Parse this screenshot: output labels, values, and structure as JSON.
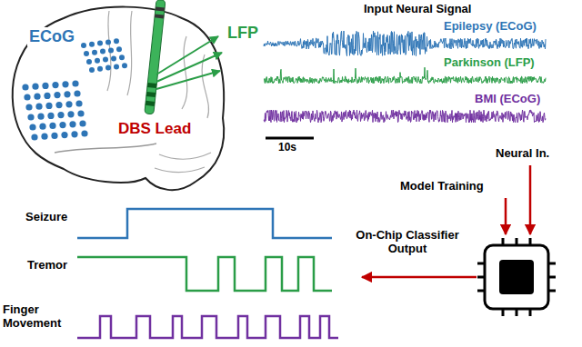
{
  "diagram": {
    "labels": [
      "ECoG",
      "LFP",
      "Input Neural Signal",
      "Epilepsy (ECoG)",
      "Parkinson (LFP)",
      "BMI (ECoG)",
      "DBS Lead",
      "10s",
      "Neural In.",
      "Model Training",
      "Seizure",
      "On-Chip Classifier Output",
      "Tremor",
      "Finger Movement"
    ]
  }
}
